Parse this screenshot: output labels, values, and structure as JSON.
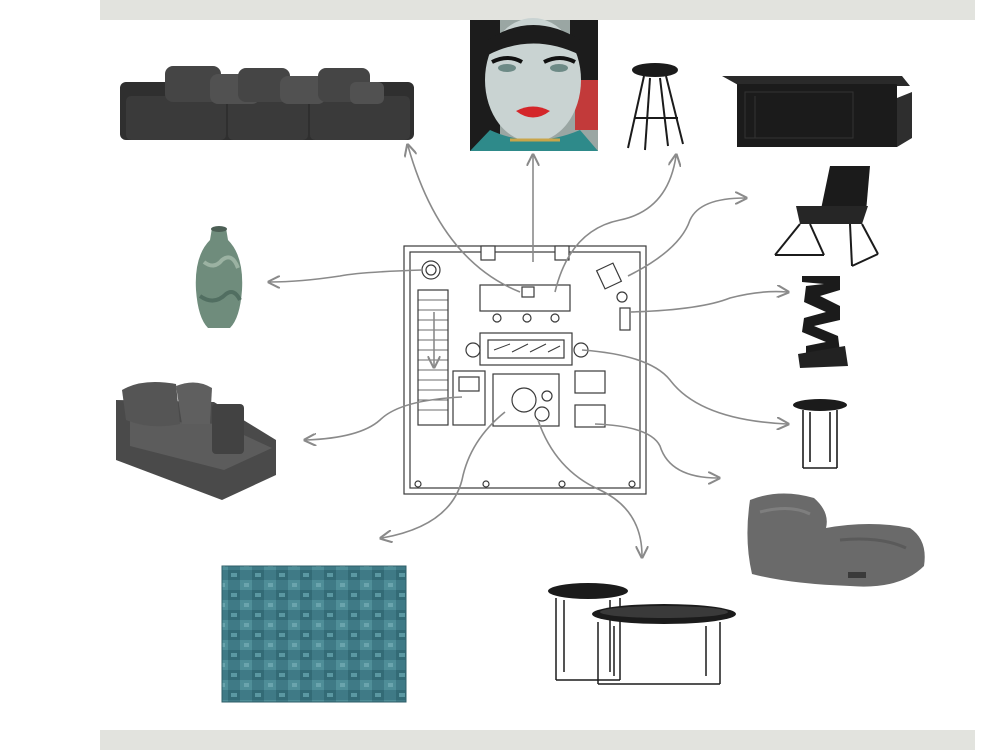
{
  "palette": {
    "band": "#e2e3de",
    "arrow": "#8a8a8a",
    "plan_line": "#3a3a3a",
    "dark_furniture": "#2f2f2f",
    "black_furniture": "#1b1b1b",
    "grey_upholstery": "#4a4a4a",
    "beanbag": "#6a6a6a",
    "rug_teal": "#3f7a86",
    "vase_green": "#6f8c7c",
    "art_face": "#c9d3d2",
    "art_red": "#d4262a",
    "art_teal": "#2e8a8a"
  },
  "items": [
    {
      "id": "sofa",
      "icon": "sectional-sofa-icon"
    },
    {
      "id": "art",
      "icon": "portrait-artwork-icon"
    },
    {
      "id": "bar-stool",
      "icon": "bar-stool-icon"
    },
    {
      "id": "bar-counter",
      "icon": "bar-counter-icon"
    },
    {
      "id": "lounge-chair",
      "icon": "lounge-chair-icon"
    },
    {
      "id": "sculpture",
      "icon": "zigzag-sculpture-icon"
    },
    {
      "id": "vase",
      "icon": "ceramic-vase-icon"
    },
    {
      "id": "side-table",
      "icon": "side-table-icon"
    },
    {
      "id": "chaise",
      "icon": "chaise-lounge-icon"
    },
    {
      "id": "beanbag",
      "icon": "beanbag-chair-icon"
    },
    {
      "id": "rug",
      "icon": "patchwork-rug-icon"
    },
    {
      "id": "nesting-tables",
      "icon": "nesting-coffee-tables-icon"
    }
  ],
  "floor_plan": {
    "icon": "floor-plan-icon"
  }
}
